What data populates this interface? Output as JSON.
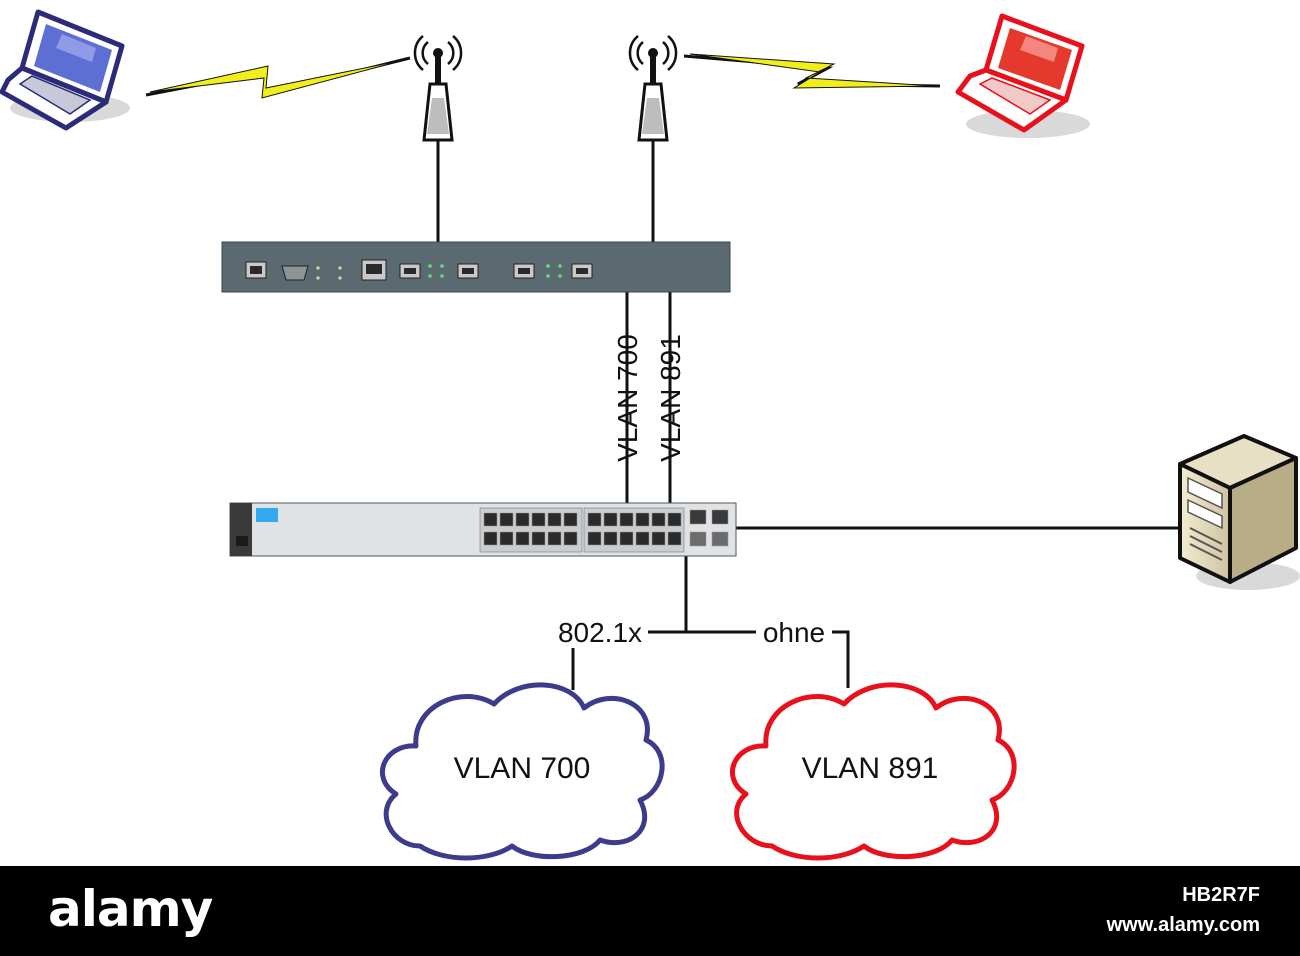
{
  "labels": {
    "uplink_vlan_a": "VLAN 700",
    "uplink_vlan_b": "VLAN 891",
    "branch_left": "802.1x",
    "branch_right": "ohne",
    "cloud_left": "VLAN 700",
    "cloud_right": "VLAN 891"
  },
  "colors": {
    "laptop_left": "#2b2b7a",
    "laptop_right": "#e8101a",
    "cloud_left": "#3d3c8c",
    "cloud_right": "#e8101a",
    "lightning": "#f2ee1b",
    "device_body": "#5a6a70",
    "switch_body": "#dfe3e6"
  },
  "icons": {
    "laptop_left": "laptop-icon",
    "laptop_right": "laptop-icon",
    "antenna_left": "wireless-antenna-icon",
    "antenna_right": "wireless-antenna-icon",
    "server": "server-tower-icon"
  },
  "footer": {
    "brand": "alamy",
    "image_id": "HB2R7F",
    "site": "www.alamy.com"
  }
}
